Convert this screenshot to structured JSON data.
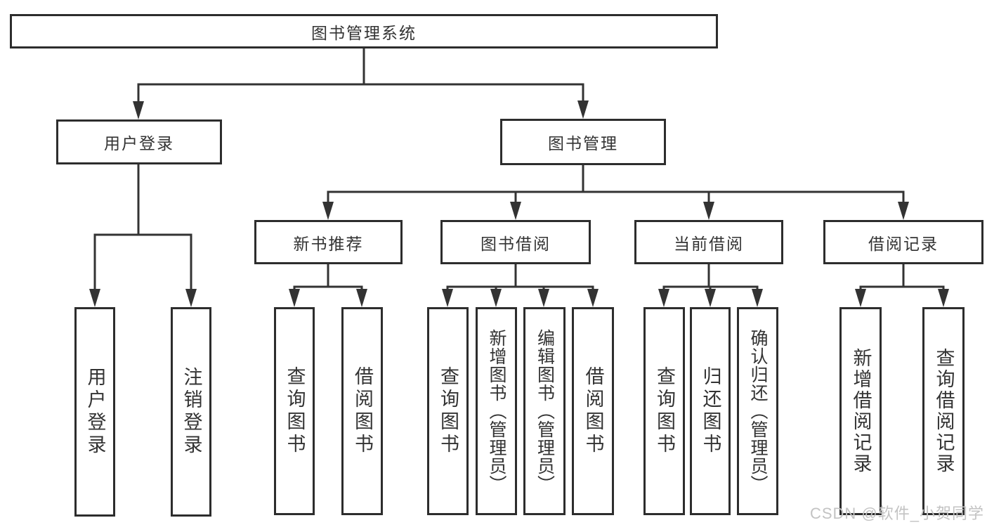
{
  "tree": {
    "root": {
      "label": "图书管理系统"
    },
    "branches": [
      {
        "label": "用户登录",
        "children": [
          {
            "label": "用户登录"
          },
          {
            "label": "注销登录"
          }
        ]
      },
      {
        "label": "图书管理",
        "children": [
          {
            "label": "新书推荐",
            "children": [
              {
                "label": "查询图书"
              },
              {
                "label": "借阅图书"
              }
            ]
          },
          {
            "label": "图书借阅",
            "children": [
              {
                "label": "查询图书"
              },
              {
                "label": "新增图书（管理员）"
              },
              {
                "label": "编辑图书（管理员）"
              },
              {
                "label": "借阅图书"
              }
            ]
          },
          {
            "label": "当前借阅",
            "children": [
              {
                "label": "查询图书"
              },
              {
                "label": "归还图书"
              },
              {
                "label": "确认归还（管理员）"
              }
            ]
          },
          {
            "label": "借阅记录",
            "children": [
              {
                "label": "新增借阅记录"
              },
              {
                "label": "查询借阅记录"
              }
            ]
          }
        ]
      }
    ]
  },
  "watermark": "CSDN @软件_小贺同学",
  "colors": {
    "background": "#ffffff",
    "border": "#2d2d2d",
    "line": "#333333",
    "text": "#333333",
    "watermark": "#c3c3c3"
  }
}
